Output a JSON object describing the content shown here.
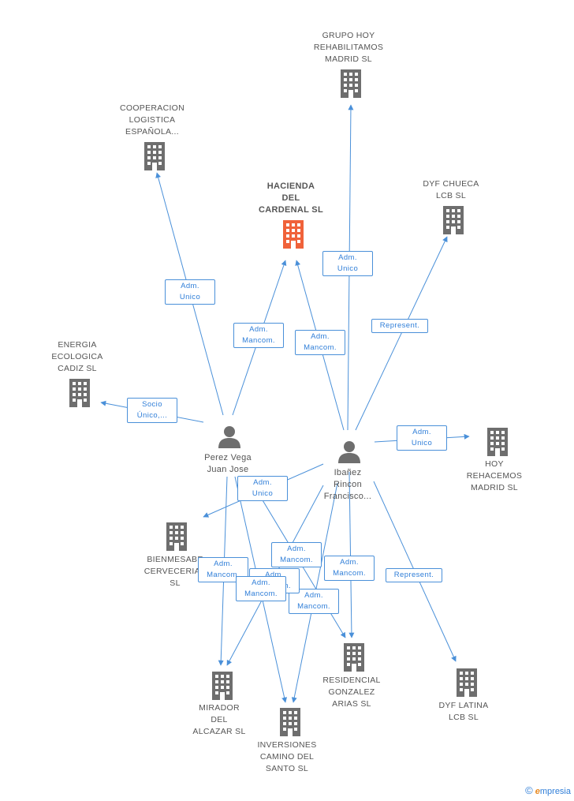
{
  "colors": {
    "edge": "#4a90d9",
    "building": "#6e6e6e",
    "main_building": "#f0623a",
    "person": "#6e6e6e"
  },
  "companies": [
    {
      "id": "hacienda",
      "name_lines": [
        "HACIENDA",
        "DEL",
        "CARDENAL SL"
      ],
      "main": true
    },
    {
      "id": "grupo_hoy",
      "name_lines": [
        "GRUPO HOY",
        "REHABILITAMOS",
        "MADRID SL"
      ]
    },
    {
      "id": "cooperacion",
      "name_lines": [
        "COOPERACION",
        "LOGISTICA",
        "ESPAÑOLA..."
      ]
    },
    {
      "id": "dyf_chueca",
      "name_lines": [
        "DYF CHUECA",
        "LCB  SL"
      ]
    },
    {
      "id": "energia",
      "name_lines": [
        "ENERGIA",
        "ECOLOGICA",
        "CADIZ SL"
      ]
    },
    {
      "id": "hoy_rehacemos",
      "name_lines": [
        "HOY",
        "REHACEMOS",
        "MADRID SL"
      ]
    },
    {
      "id": "bienmesabe",
      "name_lines": [
        "BIENMESABE",
        "CERVECERIAS",
        "SL"
      ]
    },
    {
      "id": "mirador",
      "name_lines": [
        "MIRADOR",
        "DEL",
        "ALCAZAR SL"
      ]
    },
    {
      "id": "inversiones",
      "name_lines": [
        "INVERSIONES",
        "CAMINO DEL",
        "SANTO SL"
      ]
    },
    {
      "id": "residencial",
      "name_lines": [
        "RESIDENCIAL",
        "GONZALEZ",
        "ARIAS SL"
      ]
    },
    {
      "id": "dyf_latina",
      "name_lines": [
        "DYF LATINA",
        "LCB  SL"
      ]
    }
  ],
  "persons": [
    {
      "id": "perez",
      "name_lines": [
        "Perez Vega",
        "Juan Jose"
      ]
    },
    {
      "id": "ibanez",
      "name_lines": [
        "Ibañez",
        "Rincon",
        "Francisco..."
      ]
    }
  ],
  "relations": [
    {
      "from": "perez",
      "to": "cooperacion",
      "label_lines": [
        "Adm.",
        "Unico"
      ]
    },
    {
      "from": "perez",
      "to": "hacienda",
      "label_lines": [
        "Adm.",
        "Mancom."
      ]
    },
    {
      "from": "perez",
      "to": "energia",
      "label_lines": [
        "Socio",
        "Único,..."
      ]
    },
    {
      "from": "ibanez",
      "to": "hacienda",
      "label_lines": [
        "Adm.",
        "Mancom."
      ]
    },
    {
      "from": "ibanez",
      "to": "grupo_hoy",
      "label_lines": [
        "Adm.",
        "Unico"
      ]
    },
    {
      "from": "ibanez",
      "to": "dyf_chueca",
      "label_lines": [
        "Represent."
      ]
    },
    {
      "from": "ibanez",
      "to": "hoy_rehacemos",
      "label_lines": [
        "Adm.",
        "Unico"
      ]
    },
    {
      "from": "ibanez",
      "to": "bienmesabe",
      "label_lines": [
        "Adm.",
        "Unico"
      ]
    },
    {
      "from": "ibanez",
      "to": "residencial",
      "label_lines": [
        "Adm.",
        "Mancom."
      ]
    },
    {
      "from": "ibanez",
      "to": "dyf_latina",
      "label_lines": [
        "Represent."
      ]
    },
    {
      "from": "ibanez",
      "to": "mirador",
      "label_lines": [
        "Adm.",
        "Mancom."
      ]
    },
    {
      "from": "ibanez",
      "to": "inversiones",
      "label_lines": [
        "Adm.",
        "Mancom."
      ]
    },
    {
      "from": "perez",
      "to": "mirador",
      "label_lines": [
        "Adm.",
        "Mancom."
      ]
    },
    {
      "from": "perez",
      "to": "inversiones",
      "label_lines": [
        "Adm.",
        "Mancom."
      ]
    },
    {
      "from": "perez",
      "to": "residencial",
      "label_lines": [
        "Adm.",
        "Mancom."
      ]
    }
  ],
  "footer": {
    "copyright_symbol": "©",
    "brand_first": "e",
    "brand_rest": "mpresia"
  }
}
